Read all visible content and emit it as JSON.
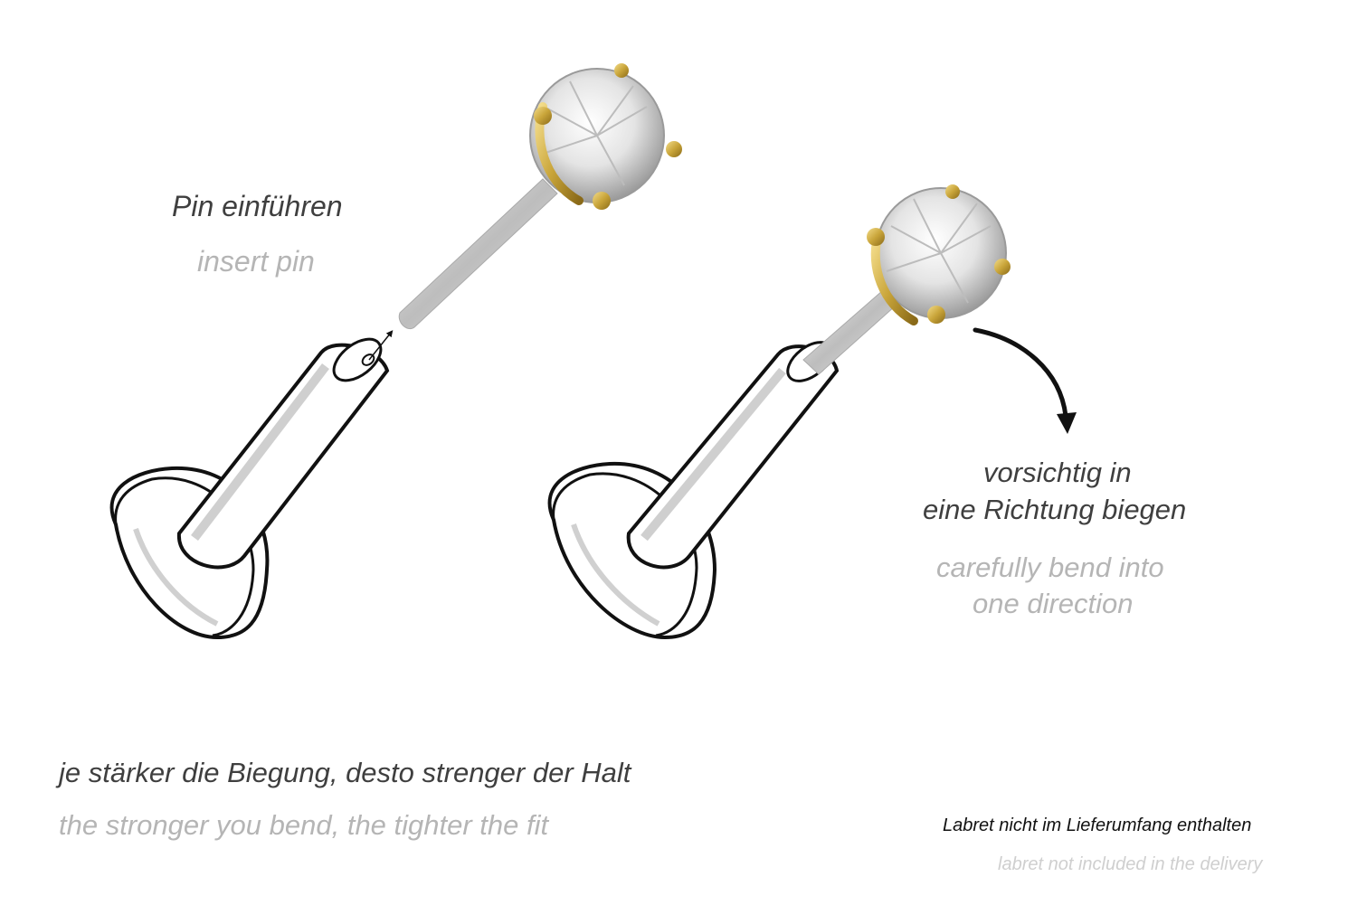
{
  "labels": {
    "insert_de": "Pin einführen",
    "insert_en": "insert pin",
    "bend_de_line1": "vorsichtig in",
    "bend_de_line2": "eine Richtung biegen",
    "bend_en_line1": "carefully bend into",
    "bend_en_line2": "one direction",
    "fit_de": "je stärker die Biegung, desto strenger der Halt",
    "fit_en": "the stronger you bend, the tighter the fit",
    "delivery_de": "Labret nicht im Lieferumfang enthalten",
    "delivery_en": "labret not included in the delivery"
  },
  "colors": {
    "german_text": "#3f3f3f",
    "english_text": "#b5b5b5",
    "outline": "#111111",
    "gold": "#c9a53a",
    "silver": "#d8d8d8"
  }
}
